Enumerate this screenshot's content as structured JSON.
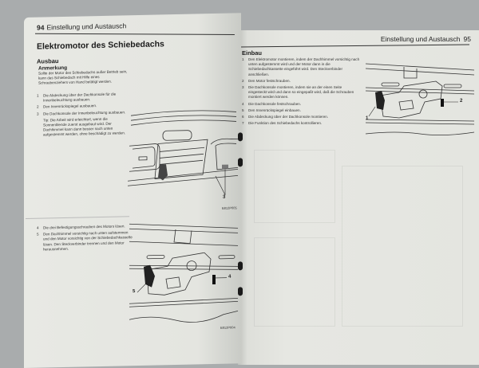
{
  "left_page": {
    "page_number": "94",
    "running_head": "Einstellung und Austausch",
    "title": "Elektromotor des Schiebedachs",
    "section": "Ausbau",
    "note": {
      "title": "Anmerkung",
      "text": "Sollte der Motor des Schiebedachs außer Betrieb sein, kann das Schiebedach mit Hilfe eines Schraubenziehers von Hand betätigt werden."
    },
    "steps_a": [
      {
        "n": "1",
        "text": "Die Abdeckung über der Dachkonsole für die Innenbeleuchtung ausbauen."
      },
      {
        "n": "2",
        "text": "Den Innenrückspiegel ausbauen."
      },
      {
        "n": "3",
        "text": "Die Dachkonsole der Innenbeleuchtung ausbauen."
      }
    ],
    "tip": "Tip: Die Arbeit wird erleichtert, wenn die Sonnenblende zuerst ausgebaut wird. Der Dachhimmel kann dann besser nach unten aufgestemmt werden, ohne beschädigt zu werden.",
    "steps_b": [
      {
        "n": "4",
        "text": "Die drei Befestigungsschrauben des Motors lösen."
      },
      {
        "n": "5",
        "text": "Den Dachhimmel vorsichtig nach unten aufstemmen und den Motor vorsichtig von der Schiebedachkassette lösen. Den Steckverbinder trennen und den Motor herausnehmen."
      }
    ],
    "figure1": {
      "id": "E812P005",
      "callout": "3"
    },
    "figure2": {
      "id": "E812P004",
      "callouts": [
        "5",
        "4"
      ]
    }
  },
  "right_page": {
    "page_number": "95",
    "running_head": "Einstellung und Austausch",
    "section": "Einbau",
    "steps": [
      {
        "n": "1",
        "text": "Den Elektromotor montieren, indem der Dachhimmel vorsichtig nach unten aufgestemmt wird und der Motor dann in die Schiebedachkassette eingeführt wird. Den Steckverbinder anschließen."
      },
      {
        "n": "2",
        "text": "Den Motor festschrauben."
      },
      {
        "n": "3",
        "text": "Die Dachkonsole montieren, indem sie an der einen Seite eingesteckt wird und dann so eingepaßt wird, daß die Schrauben montiert werden können."
      },
      {
        "n": "4",
        "text": "Die Dachkonsole festschrauben."
      },
      {
        "n": "5",
        "text": "Den Innenrückspiegel einbauen."
      },
      {
        "n": "6",
        "text": "Die Abdeckung über der Dachkonsole montieren."
      },
      {
        "n": "7",
        "text": "Die Funktion des Schiebedachs kontrollieren."
      }
    ],
    "figure": {
      "callouts": [
        "1",
        "2"
      ]
    }
  }
}
